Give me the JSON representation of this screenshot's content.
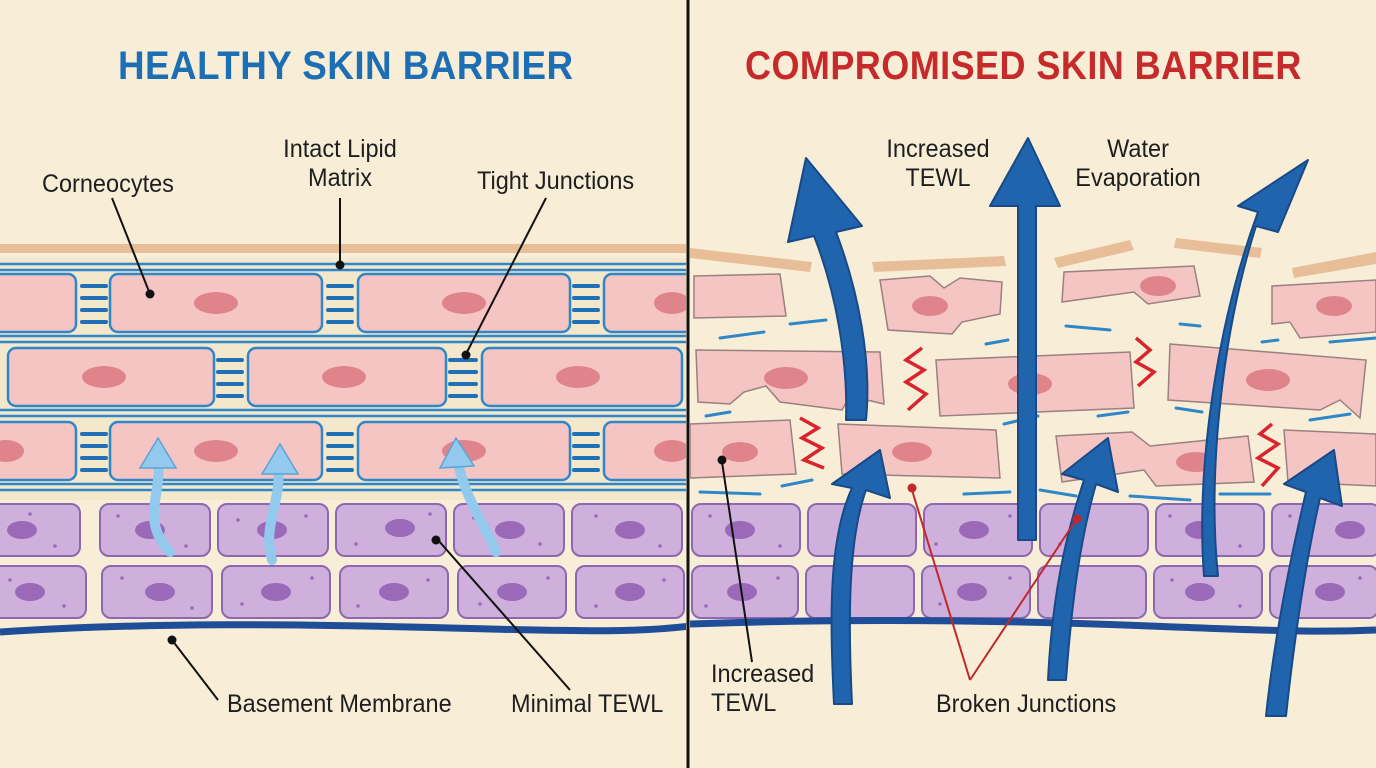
{
  "panels": {
    "healthy": {
      "title": "HEALTHY SKIN BARRIER",
      "labels": {
        "corneocytes": "Corneocytes",
        "lipid_line1": "Intact Lipid",
        "lipid_line2": "Matrix",
        "tight_junctions": "Tight Junctions",
        "basement_membrane": "Basement Membrane",
        "minimal_tewl": "Minimal TEWL"
      }
    },
    "compromised": {
      "title": "COMPROMISED SKIN BARRIER",
      "labels": {
        "tewl_top_line1": "Increased",
        "tewl_top_line2": "TEWL",
        "water_line1": "Water",
        "water_line2": "Evaporation",
        "tewl_bottom_line1": "Increased",
        "tewl_bottom_line2": "TEWL",
        "broken_junctions": "Broken Junctions"
      }
    }
  },
  "colors": {
    "background": "#f8eed8",
    "healthy_title": "#1d6fb5",
    "compromised_title": "#c62a2a",
    "corneocyte_fill": "#f5c5c3",
    "corneocyte_nucleus": "#e0848c",
    "lipid_line": "#2f86c8",
    "basal_cell_fill": "#cfb0dc",
    "basal_nucleus": "#9a6ab8",
    "basement_membrane": "#1f4d97",
    "top_layer": "#e8be98",
    "tewl_arrow": "#1f64ad",
    "minimal_tewl_arrow": "#92c9ec",
    "crack": "#d8242c"
  }
}
